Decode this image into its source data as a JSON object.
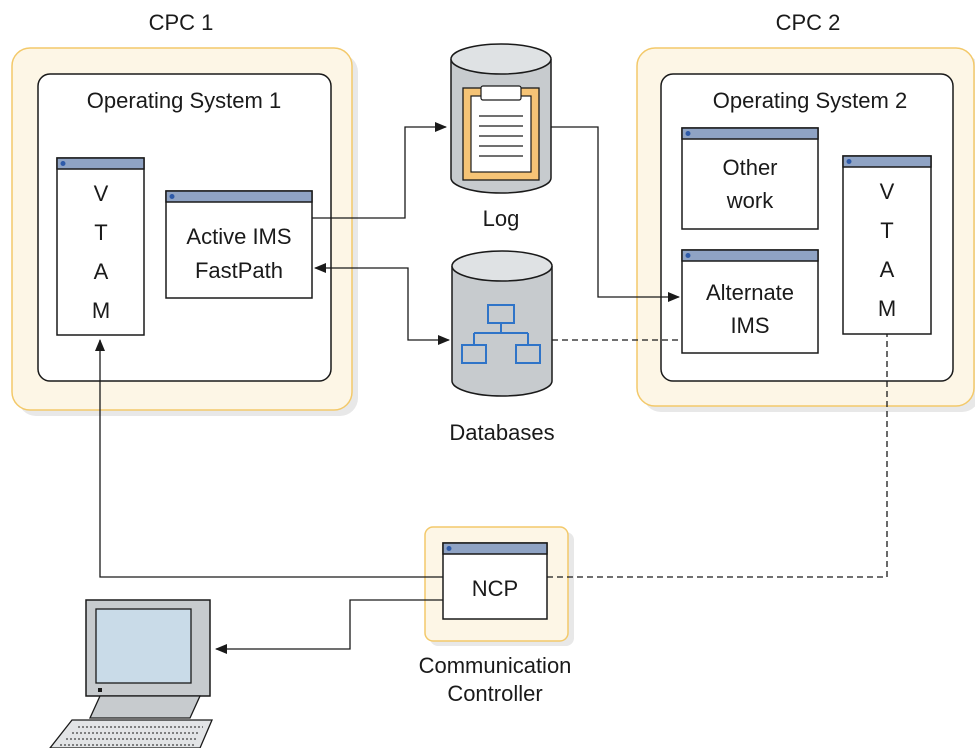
{
  "cpc1": {
    "title": "CPC 1",
    "os_label": "Operating System 1"
  },
  "cpc2": {
    "title": "CPC 2",
    "os_label": "Operating System 2"
  },
  "vtam1": {
    "letters": [
      "V",
      "T",
      "A",
      "M"
    ]
  },
  "vtam2": {
    "letters": [
      "V",
      "T",
      "A",
      "M"
    ]
  },
  "active_ims": {
    "line1": "Active IMS",
    "line2": "FastPath"
  },
  "other_work": {
    "line1": "Other",
    "line2": "work"
  },
  "alternate_ims": {
    "line1": "Alternate",
    "line2": "IMS"
  },
  "log": {
    "label": "Log"
  },
  "databases": {
    "label": "Databases"
  },
  "ncp": {
    "label": "NCP"
  },
  "communication_controller": {
    "line1": "Communication",
    "line2": "Controller"
  },
  "colors": {
    "cpc_fill": "#fdf6e6",
    "cpc_border": "#f3c96a",
    "window_titlebar": "#8fa3c4",
    "window_dot": "#2e5aa8",
    "cylinder_fill": "#c7cbce",
    "clipboard_fill": "#f6c476",
    "db_icon": "#2f74c8",
    "monitor_screen": "#c9dbe8"
  }
}
